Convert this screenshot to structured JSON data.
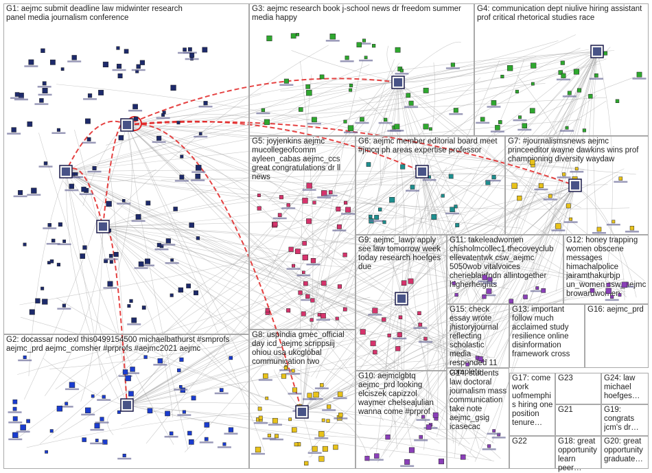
{
  "groups": [
    {
      "id": "G1",
      "label": "G1: aejmc submit deadline law midwinter research panel media journalism conference"
    },
    {
      "id": "G2",
      "label": "G2: docassar nodexl this0499154500 michaelbathurst #smprofs aejmc_prd aejmc_comsher #prprofs #aejmc2021 aejmc"
    },
    {
      "id": "G3",
      "label": "G3: aejmc research book j-school news dr freedom summer media happy"
    },
    {
      "id": "G4",
      "label": "G4: communication dept niulive hiring assistant prof critical rhetorical studies race"
    },
    {
      "id": "G5",
      "label": "G5: joyjenkins aejmc mucollegeofcomm ayleen_cabas aejmc_ccs great congratulations dr ll news"
    },
    {
      "id": "G6",
      "label": "G6: aejmc member editorial board meet #jmcq ph areas expertise professor"
    },
    {
      "id": "G7",
      "label": "G7: #journalismsnews aejmc princeeditor wayne dawkins wins prof championing diversity waydaw"
    },
    {
      "id": "G8",
      "label": "G8: uspindia gmec_official day icd_aejmc scrippsiij ohiou usa ukcglobal communication two"
    },
    {
      "id": "G9",
      "label": "G9: aejmc_lawp apply see law tomorrow week today research hoefges due"
    },
    {
      "id": "G10",
      "label": "G10: aejmclgbtq aejmc_prd looking elciszek capizzol waymer chelseajulian wanna come #prprof"
    },
    {
      "id": "G11",
      "label": "G11: takeleadwomen chisholmcollec1 thecoveyclub ellevatentwk csw_aejmc 5050wob vitalvoices cherieblairfndn allintogether higherheights"
    },
    {
      "id": "G12",
      "label": "G12: honey trapping women obscene messages himachalpolice jairamthakurbjp un_women csw_aejmc browardwomen"
    },
    {
      "id": "G13",
      "label": "G13: important follow much acclaimed study resilience online disinformation framework cross"
    },
    {
      "id": "G14",
      "label": "G14: students law doctoral journalism mass communication take note aejmc_gsig icasecac"
    },
    {
      "id": "G15",
      "label": "G15: check essay wrote jhistoryjournal reflecting scholastic media responded 11 complete"
    },
    {
      "id": "G16",
      "label": "G16: aejmc_prd"
    },
    {
      "id": "G17",
      "label": "G17: come work uofmemphis hiring one position tenure…"
    },
    {
      "id": "G18",
      "label": "G18: great opportunity learn peer…"
    },
    {
      "id": "G19",
      "label": "G19: congrats jcm's dr…"
    },
    {
      "id": "G20",
      "label": "G20: great opportunity graduate…"
    },
    {
      "id": "G21",
      "label": "G21"
    },
    {
      "id": "G22",
      "label": "G22"
    },
    {
      "id": "G23",
      "label": "G23"
    },
    {
      "id": "G24",
      "label": "G24: law michael hoefges…"
    }
  ],
  "colors": {
    "box_border": "#a9a9a9",
    "edge_gray": "#9e9e9e",
    "edge_red": "#e02020",
    "edge_pink": "#c9506a",
    "node_blue": "#1a3ccf",
    "node_green": "#2ea82e",
    "node_yellow": "#e8c21a",
    "node_purple": "#8a3fb8",
    "node_pink": "#d6336c",
    "node_navy": "#1d2a6b",
    "node_teal": "#1d8f8f"
  }
}
